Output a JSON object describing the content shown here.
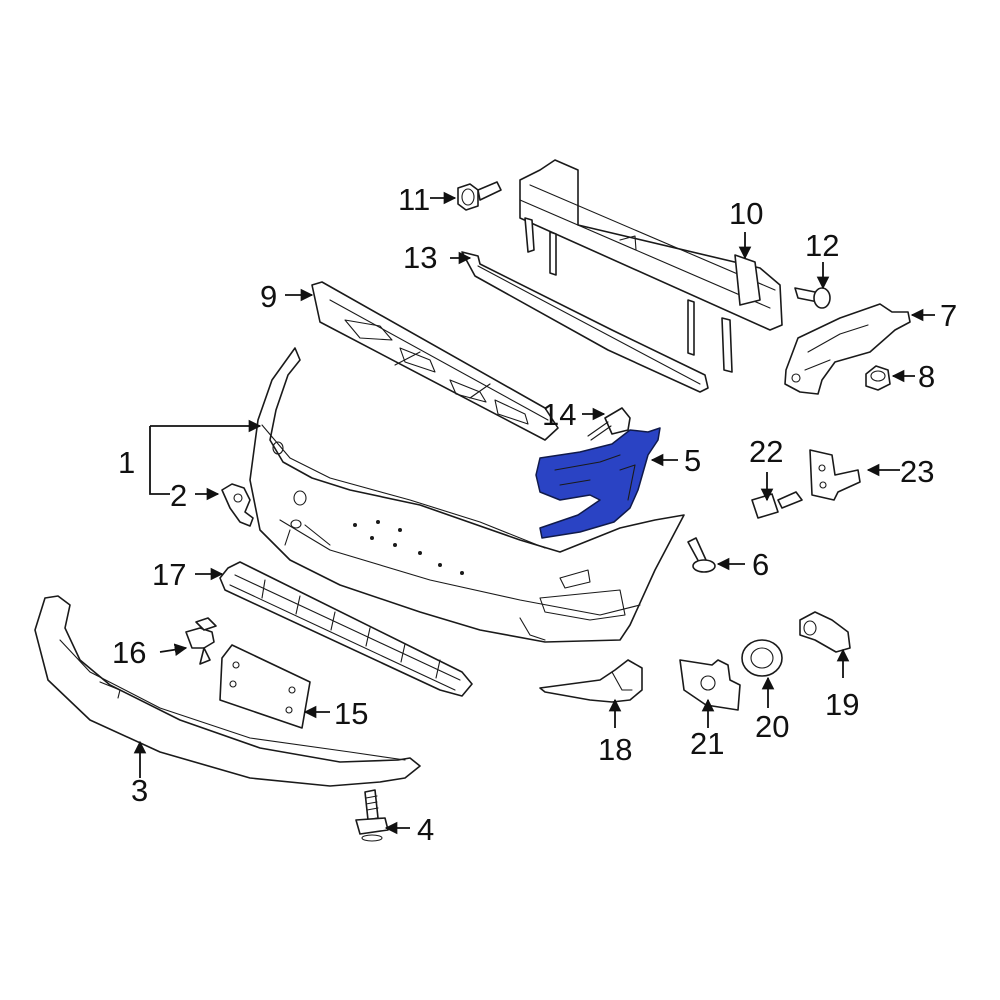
{
  "diagram": {
    "highlight_color": "#2a43c4",
    "line_color": "#1a1a1a",
    "highlighted_part": "5",
    "callouts": {
      "c1": "1",
      "c2": "2",
      "c3": "3",
      "c4": "4",
      "c5": "5",
      "c6": "6",
      "c7": "7",
      "c8": "8",
      "c9": "9",
      "c10": "10",
      "c11": "11",
      "c12": "12",
      "c13": "13",
      "c14": "14",
      "c15": "15",
      "c16": "16",
      "c17": "17",
      "c18": "18",
      "c19": "19",
      "c20": "20",
      "c21": "21",
      "c22": "22",
      "c23": "23"
    }
  }
}
